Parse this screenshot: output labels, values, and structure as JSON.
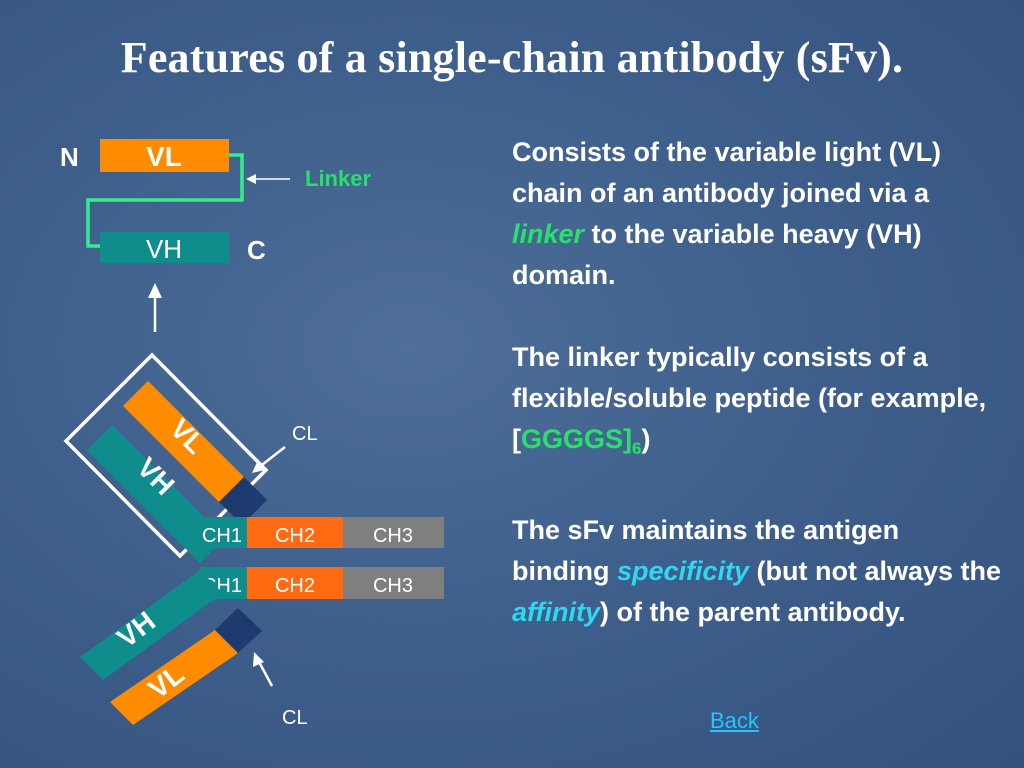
{
  "slide": {
    "title": "Features of a single-chain antibody (sFv).",
    "back_label": "Back"
  },
  "diagram": {
    "sfv": {
      "n_label": "N",
      "c_label": "C",
      "vl_label": "VL",
      "vh_label": "VH",
      "linker_label": "Linker"
    },
    "antibody": {
      "upper_vl": "VL",
      "upper_vh": "VH",
      "lower_vh": "VH",
      "lower_vl": "VL",
      "cl_top": "CL",
      "cl_bottom": "CL",
      "ch1": "CH1",
      "ch2": "CH2",
      "ch3": "CH3"
    }
  },
  "text": {
    "p1_before": "Consists of the variable light (VL) chain of an antibody joined via a ",
    "p1_em": "linker",
    "p1_after": " to the variable heavy (VH) domain.",
    "p2_before": "The linker typically consists of a flexible/soluble peptide (for example, [",
    "p2_code": "GGGGS]",
    "p2_sub": "6",
    "p2_after": ")",
    "p3_before": "The sFv maintains the antigen binding ",
    "p3_em1": "specificity",
    "p3_mid": " (but not always the ",
    "p3_em2": "affinity",
    "p3_after": ") of the parent antibody."
  },
  "colors": {
    "orange": "#ff8c00",
    "teal": "#0f8c8c",
    "navy": "#1f3a6e",
    "gray": "#7f7f7f",
    "green": "#29e06c",
    "cyan": "#2ed7f2",
    "linker": "#33ee88"
  }
}
